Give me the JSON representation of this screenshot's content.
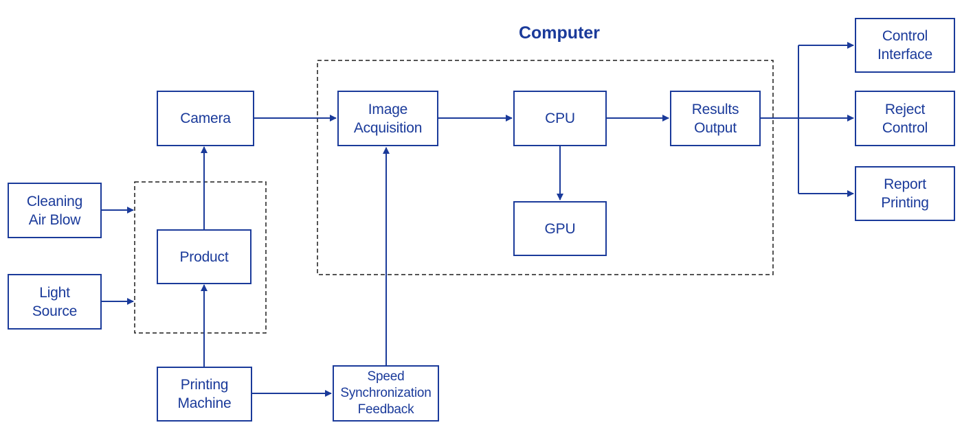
{
  "colors": {
    "stroke": "#1a3a9a",
    "text": "#1a3a9a",
    "background": "#ffffff"
  },
  "groups": {
    "computer": {
      "title": "Computer"
    },
    "product_area": {
      "title": ""
    }
  },
  "nodes": {
    "camera": "Camera",
    "cleaning_air_blow": "Cleaning\nAir Blow",
    "light_source": "Light\nSource",
    "product": "Product",
    "printing_machine": "Printing\nMachine",
    "speed_sync": "Speed\nSynchronization\nFeedback",
    "image_acquisition": "Image\nAcquisition",
    "cpu": "CPU",
    "gpu": "GPU",
    "results_output": "Results\nOutput",
    "control_interface": "Control\nInterface",
    "reject_control": "Reject\nControl",
    "report_printing": "Report\nPrinting"
  },
  "edges": [
    {
      "from": "camera",
      "to": "image_acquisition"
    },
    {
      "from": "image_acquisition",
      "to": "cpu"
    },
    {
      "from": "cpu",
      "to": "results_output"
    },
    {
      "from": "cpu",
      "to": "gpu"
    },
    {
      "from": "results_output",
      "to": "control_interface"
    },
    {
      "from": "results_output",
      "to": "reject_control"
    },
    {
      "from": "results_output",
      "to": "report_printing"
    },
    {
      "from": "product",
      "to": "camera"
    },
    {
      "from": "printing_machine",
      "to": "product"
    },
    {
      "from": "printing_machine",
      "to": "speed_sync"
    },
    {
      "from": "speed_sync",
      "to": "image_acquisition"
    },
    {
      "from": "cleaning_air_blow",
      "to": "product_area"
    },
    {
      "from": "light_source",
      "to": "product_area"
    }
  ]
}
